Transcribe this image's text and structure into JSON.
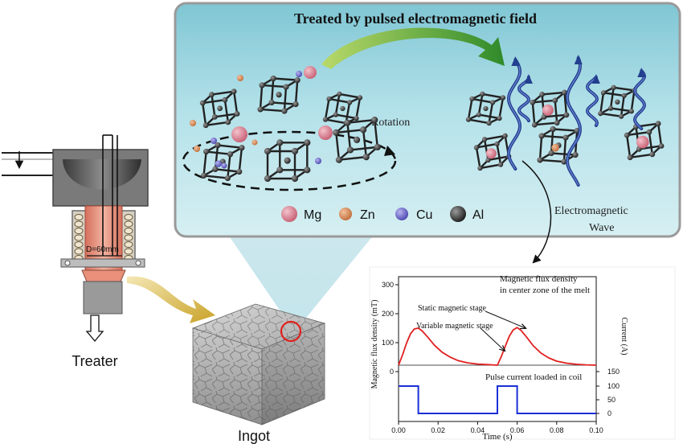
{
  "panel": {
    "title": "Treated by pulsed electromagnetic field",
    "rotation_label": "Rotation",
    "wave_label_line1": "Electromagnetic",
    "wave_label_line2": "Wave",
    "panel_color": "#a9dde6",
    "arrow_color": "#5aa02c"
  },
  "legend": [
    {
      "symbol": "Mg",
      "color": "#d9788a"
    },
    {
      "symbol": "Zn",
      "color": "#d5824e"
    },
    {
      "symbol": "Cu",
      "color": "#6c68c9"
    },
    {
      "symbol": "Al",
      "color": "#2b2b2b"
    }
  ],
  "treater": {
    "label": "Treater",
    "diameter_label": "D=60mm",
    "melt_color": "#e8907a"
  },
  "ingot": {
    "label": "Ingot",
    "flow_arrow_color": "#c9a227"
  },
  "chart_data": {
    "type": "line",
    "x_label": "Time (s)",
    "x_ticks": [
      "0.00",
      "0.02",
      "0.04",
      "0.06",
      "0.08",
      "0.10"
    ],
    "xlim": [
      0,
      0.1
    ],
    "upper": {
      "ylabel": "Magnetic flux density (mT)",
      "ylim": [
        0,
        300
      ],
      "y_ticks": [
        "0",
        "100",
        "200",
        "300"
      ],
      "series": [
        {
          "color": "#e02020",
          "x": [
            0,
            0.002,
            0.004,
            0.006,
            0.008,
            0.01,
            0.012,
            0.015,
            0.018,
            0.022,
            0.026,
            0.03,
            0.035,
            0.04,
            0.045,
            0.05,
            0.052,
            0.054,
            0.056,
            0.058,
            0.06,
            0.062,
            0.065,
            0.068,
            0.072,
            0.076,
            0.08,
            0.085,
            0.09,
            0.095,
            0.1
          ],
          "y": [
            0,
            35,
            75,
            108,
            125,
            128,
            118,
            95,
            70,
            45,
            28,
            16,
            8,
            4,
            2,
            0,
            30,
            65,
            100,
            122,
            130,
            120,
            95,
            68,
            42,
            25,
            14,
            7,
            3,
            1,
            0
          ]
        }
      ],
      "annotations": [
        {
          "line1": "Magnetic flux density",
          "line2": "in center zone of the melt"
        },
        {
          "line1": "Static magnetic stage"
        },
        {
          "line1": "Variable magnetic stage"
        }
      ]
    },
    "lower": {
      "ylabel": "Current (A)",
      "ylim": [
        0,
        150
      ],
      "y_ticks": [
        "0",
        "50",
        "100",
        "150"
      ],
      "series": [
        {
          "name": "Pulse current loaded in coil",
          "color": "#1a2fd6",
          "x": [
            0,
            0.01,
            0.01,
            0.05,
            0.05,
            0.06,
            0.06,
            0.1
          ],
          "y": [
            100,
            100,
            0,
            0,
            100,
            100,
            0,
            0
          ]
        }
      ]
    }
  }
}
